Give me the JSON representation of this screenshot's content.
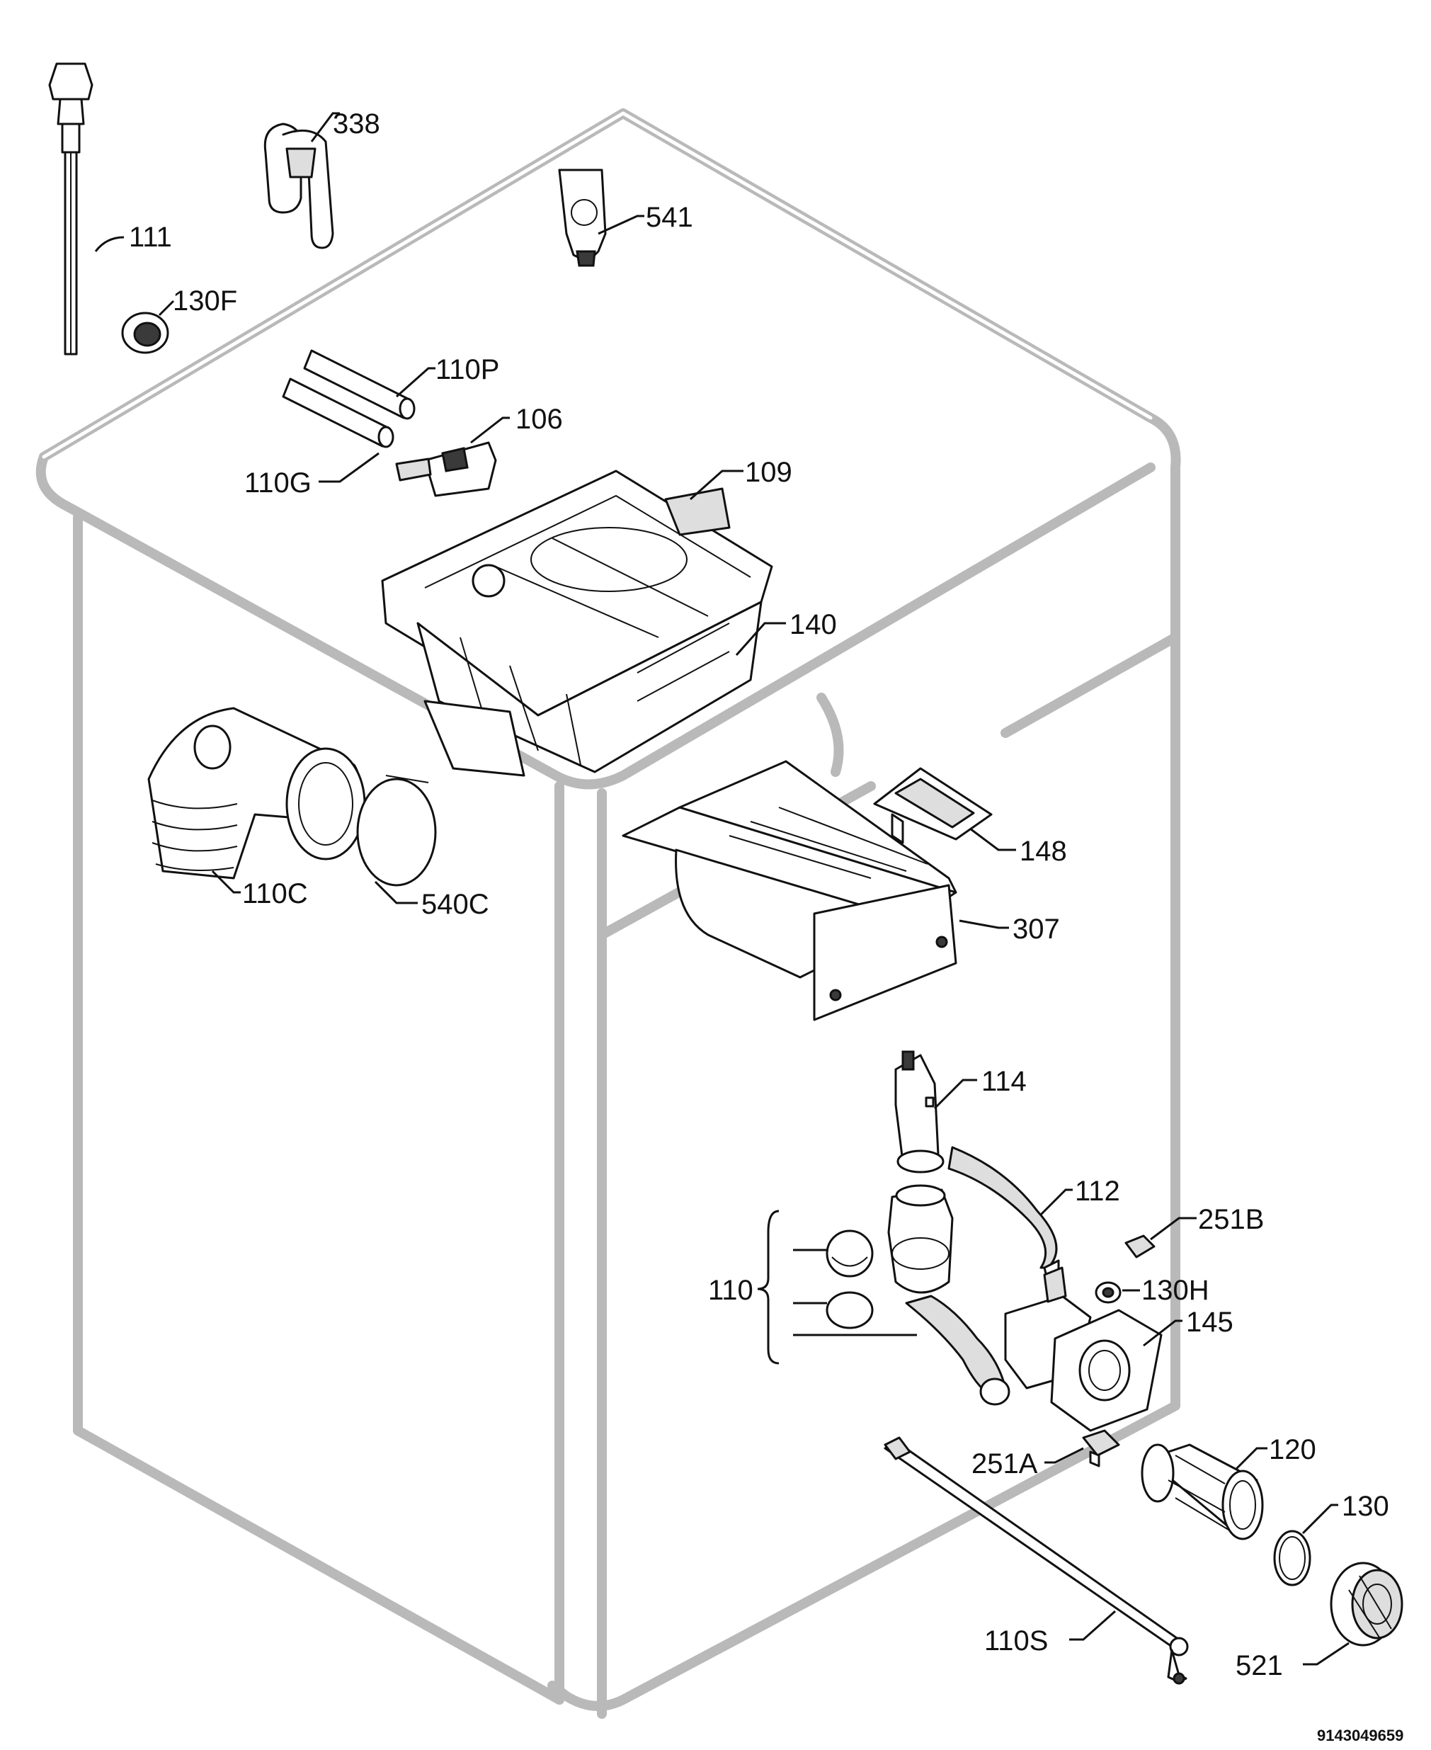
{
  "callouts": {
    "p111": "111",
    "p338": "338",
    "p541": "541",
    "p130F": "130F",
    "p110P": "110P",
    "p106": "106",
    "p110G": "110G",
    "p109": "109",
    "p140": "140",
    "p148": "148",
    "p110C": "110C",
    "p540C": "540C",
    "p307": "307",
    "p114": "114",
    "p112": "112",
    "p251B": "251B",
    "p110": "110",
    "p130H": "130H",
    "p145": "145",
    "p251A": "251A",
    "p120": "120",
    "p130": "130",
    "p110S": "110S",
    "p521": "521"
  },
  "document_code": "9143049659"
}
